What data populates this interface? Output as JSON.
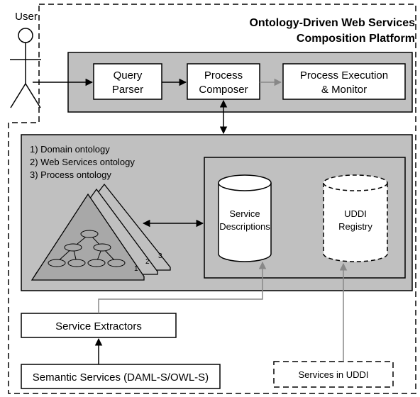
{
  "user": {
    "label": "User"
  },
  "platform": {
    "title_line1": "Ontology-Driven Web Services",
    "title_line2": "Composition Platform"
  },
  "top_row": {
    "query_parser": {
      "line1": "Query",
      "line2": "Parser"
    },
    "process_composer": {
      "line1": "Process",
      "line2": "Composer"
    },
    "process_execution": {
      "line1": "Process Execution",
      "line2": "& Monitor"
    }
  },
  "ontology_list": {
    "item1": "1) Domain ontology",
    "item2": "2) Web Services ontology",
    "item3": "3) Process ontology"
  },
  "ontology_triangles": {
    "num1": "1",
    "num2": "2",
    "num3": "3"
  },
  "service_descriptions": {
    "line1": "Service",
    "line2": "Descriptions"
  },
  "uddi_registry": {
    "line1": "UDDI",
    "line2": "Registry"
  },
  "service_extractors": {
    "label": "Service Extractors"
  },
  "semantic_services": {
    "label": "Semantic Services (DAML-S/OWL-S)"
  },
  "services_in_uddi": {
    "label": "Services in UDDI"
  },
  "colors": {
    "panel_gray": "#c0c0c0",
    "box_white": "#ffffff",
    "stroke": "#000000",
    "connector_gray": "#888888"
  }
}
